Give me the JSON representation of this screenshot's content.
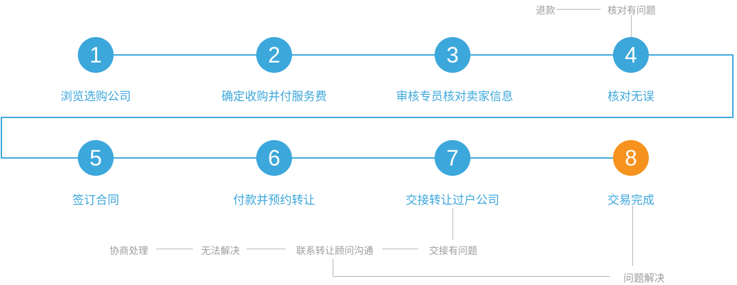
{
  "colors": {
    "primary_blue": "#3CA7DB",
    "accent_orange": "#F6921E",
    "gray_text": "#9C9C9C",
    "gray_line": "#B5B5B5"
  },
  "steps": [
    {
      "number": "1",
      "label": "浏览选购公司"
    },
    {
      "number": "2",
      "label": "确定收购并付服务费"
    },
    {
      "number": "3",
      "label": "审核专员核对卖家信息"
    },
    {
      "number": "4",
      "label": "核对无误"
    },
    {
      "number": "5",
      "label": "签订合同"
    },
    {
      "number": "6",
      "label": "付款并预约转让"
    },
    {
      "number": "7",
      "label": "交接转让过户公司"
    },
    {
      "number": "8",
      "label": "交易完成",
      "highlighted": true
    }
  ],
  "top_branch": {
    "refund": "退款",
    "check_issue": "核对有问题"
  },
  "bottom_branch": {
    "negotiate": "协商处理",
    "unsolvable": "无法解决",
    "contact_advisor": "联系转让顾问沟通",
    "handover_issue": "交接有问题",
    "problem_solved": "问题解决"
  }
}
